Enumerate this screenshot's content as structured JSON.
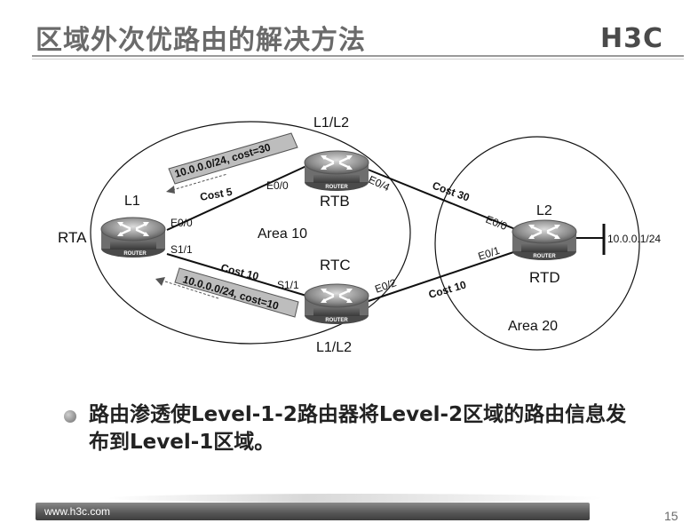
{
  "title": "区域外次优路由的解决方法",
  "logo": "H3C",
  "diagram": {
    "routers": [
      {
        "id": "rta",
        "name": "RTA",
        "badge": "ROUTER",
        "level": "L1"
      },
      {
        "id": "rtb",
        "name": "RTB",
        "badge": "ROUTER",
        "level": "L1/L2"
      },
      {
        "id": "rtc",
        "name": "RTC",
        "badge": "ROUTER",
        "level": "L1/L2"
      },
      {
        "id": "rtd",
        "name": "RTD",
        "badge": "ROUTER",
        "level": "L2"
      }
    ],
    "areas": [
      {
        "id": "area10",
        "name": "Area 10"
      },
      {
        "id": "area20",
        "name": "Area 20"
      }
    ],
    "interfaces": {
      "rta_e00": "E0/0",
      "rta_s11": "S1/1",
      "rtb_e00": "E0/0",
      "rtb_e04": "E0/4",
      "rtc_s11": "S1/1",
      "rtc_e02": "E0/2",
      "rtd_e00": "E0/0",
      "rtd_e01": "E0/1"
    },
    "costs": {
      "rta_rtb": "Cost  5",
      "rta_rtc": "Cost 10",
      "rtb_rtd": "Cost 30",
      "rtc_rtd": "Cost  10"
    },
    "routes": {
      "upper": "10.0.0.0/24, cost=30",
      "lower": "10.0.0.0/24, cost=10"
    },
    "network": "10.0.0.1/24"
  },
  "bullet": "路由渗透使Level-1-2路由器将Level-2区域的路由信息发布到Level-1区域。",
  "footer": {
    "url": "www.h3c.com",
    "page": "15"
  }
}
